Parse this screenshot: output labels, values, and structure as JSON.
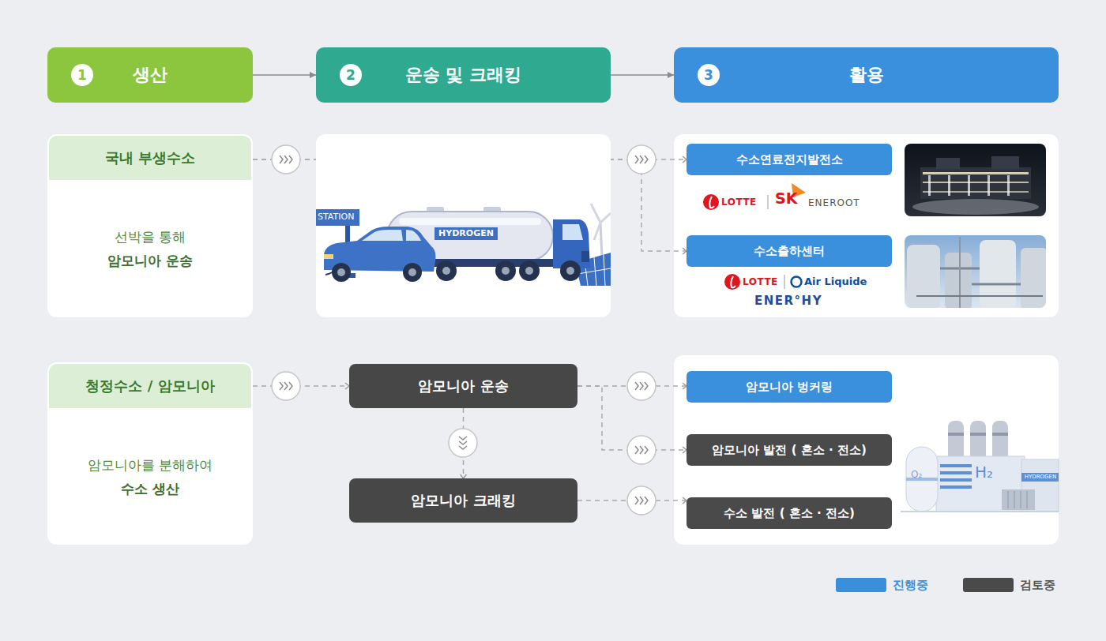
{
  "diagram": {
    "nodes": [
      {
        "text": [
          "1",
          "생산"
        ]
      },
      {
        "text": [
          "2",
          "운송 및 크래킹"
        ]
      },
      {
        "text": [
          "3",
          "활용"
        ]
      },
      {
        "text": [
          "국내 부생수소",
          "선박을 통해",
          "암모니아 운송"
        ]
      },
      {
        "text": [
          "수소연료전지발전소"
        ]
      },
      {
        "text": [
          "수소출하센터"
        ]
      },
      {
        "text": [
          "청정수소 / 암모니아",
          "암모니아를 분해하여",
          "수소 생산"
        ]
      },
      {
        "text": [
          "암모니아 운송"
        ]
      },
      {
        "text": [
          "암모니아 크래킹"
        ]
      },
      {
        "text": [
          "암모니아 벙커링"
        ]
      },
      {
        "text": [
          "암모니아 발전 ( 혼소 · 전소)"
        ]
      },
      {
        "text": [
          "수소 발전 ( 혼소 · 전소)"
        ]
      }
    ],
    "edges": [
      {
        "from": 0,
        "to": 1,
        "arrow": "to"
      },
      {
        "from": 1,
        "to": 2,
        "arrow": "to"
      },
      {
        "from": 3,
        "to": 4,
        "arrow": "to"
      },
      {
        "from": 3,
        "to": 5,
        "arrow": "to"
      },
      {
        "from": 6,
        "to": 7,
        "arrow": "to"
      },
      {
        "from": 7,
        "to": 8,
        "arrow": "to"
      },
      {
        "from": 7,
        "to": 9,
        "arrow": "to"
      },
      {
        "from": 7,
        "to": 10,
        "arrow": "to"
      },
      {
        "from": 8,
        "to": 11,
        "arrow": "to"
      }
    ],
    "labels": [
      "STATION",
      "HYDROGEN",
      "LOTTE",
      "SK",
      "ENEROOT",
      "LOTTE",
      "Air Liquide",
      "ENER°HY",
      "O₂",
      "H₂",
      "HYDROGEN"
    ],
    "legend": [
      {
        "text": "진행중",
        "color": "#3a8fdc"
      },
      {
        "text": "검토중",
        "color": "#4a4a4a"
      }
    ]
  }
}
